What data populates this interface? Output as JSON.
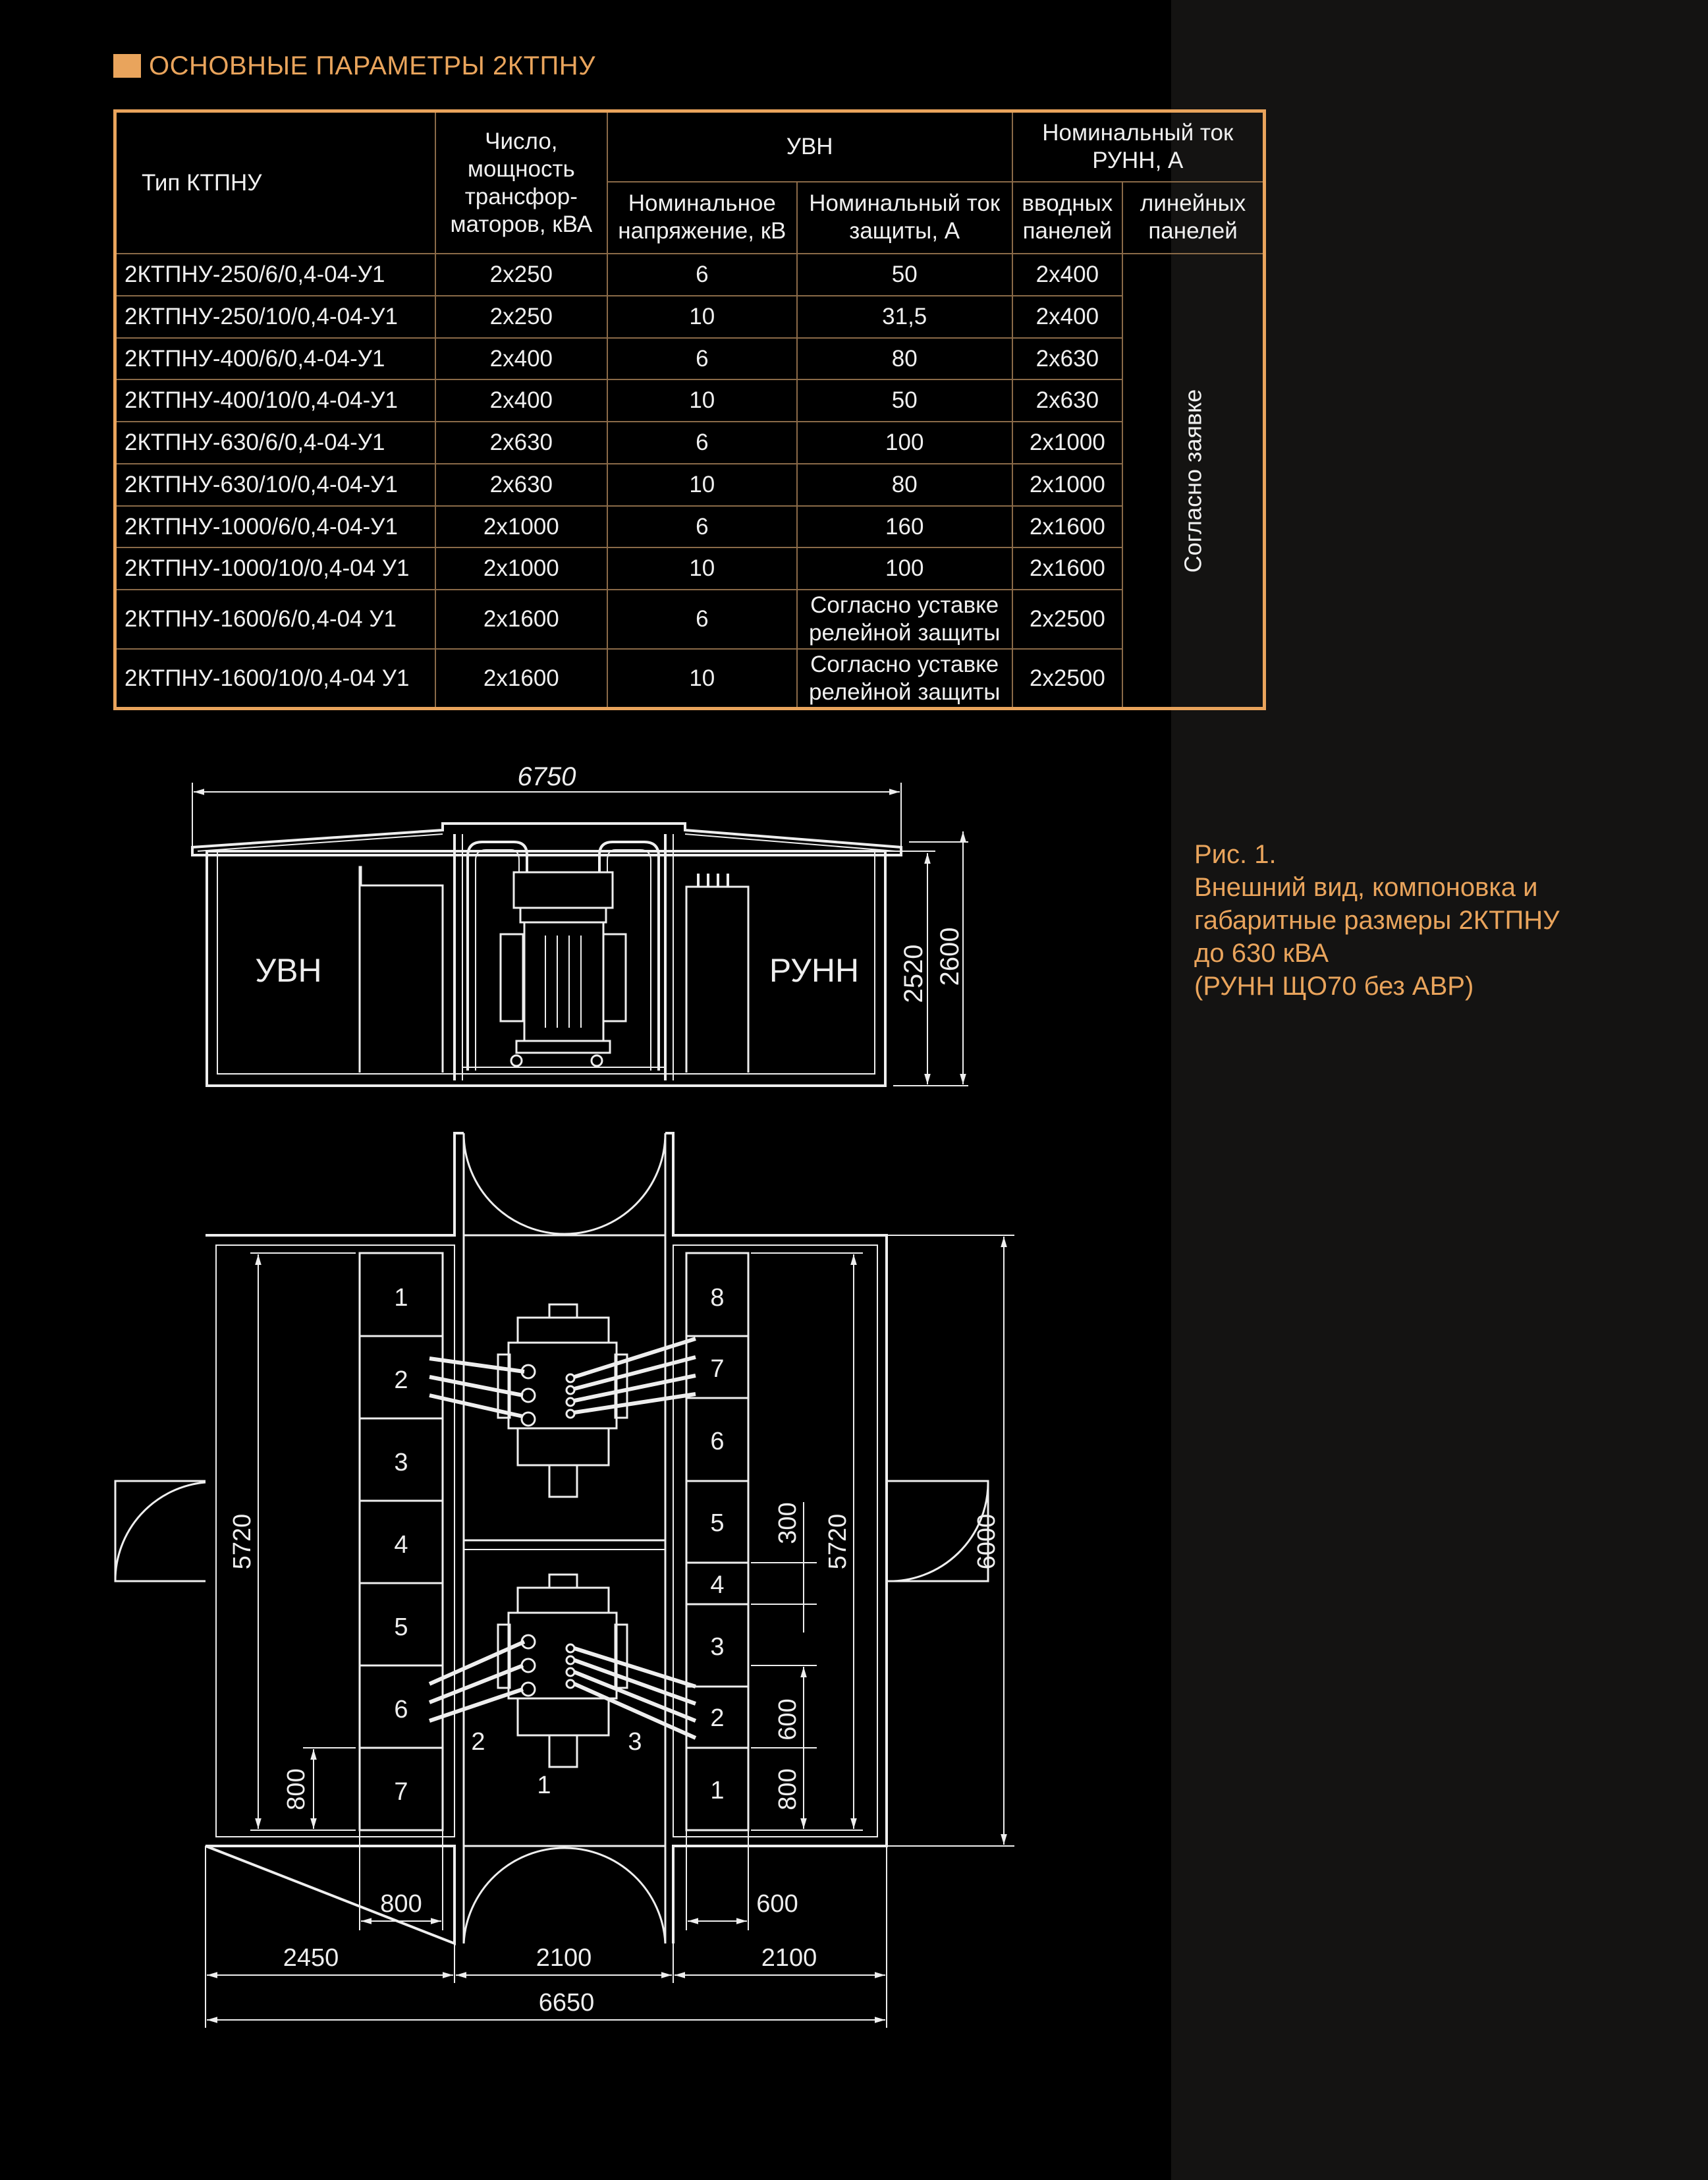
{
  "heading": "ОСНОВНЫЕ ПАРАМЕТРЫ 2КТПНУ",
  "table": {
    "headers": {
      "type": "Тип КТПНУ",
      "count_power": [
        "Число,",
        "мощность",
        "трансфор-",
        "маторов, кВА"
      ],
      "uvn": "УВН",
      "rated_voltage": [
        "Номинальное",
        "напряжение, кВ"
      ],
      "protection_current": [
        "Номинальный ток",
        "защиты, А"
      ],
      "runn_current": [
        "Номинальный ток",
        "РУНН, А"
      ],
      "input_panels": [
        "вводных",
        "панелей"
      ],
      "line_panels": [
        "линейных",
        "панелей"
      ]
    },
    "on_request": "Согласно заявке",
    "rows": [
      {
        "type": "2КТПНУ-250/6/0,4-04-У1",
        "power": "2х250",
        "voltage": "6",
        "protection": [
          "50"
        ],
        "input": "2х400"
      },
      {
        "type": "2КТПНУ-250/10/0,4-04-У1",
        "power": "2х250",
        "voltage": "10",
        "protection": [
          "31,5"
        ],
        "input": "2х400"
      },
      {
        "type": "2КТПНУ-400/6/0,4-04-У1",
        "power": "2х400",
        "voltage": "6",
        "protection": [
          "80"
        ],
        "input": "2х630"
      },
      {
        "type": "2КТПНУ-400/10/0,4-04-У1",
        "power": "2х400",
        "voltage": "10",
        "protection": [
          "50"
        ],
        "input": "2х630"
      },
      {
        "type": "2КТПНУ-630/6/0,4-04-У1",
        "power": "2х630",
        "voltage": "6",
        "protection": [
          "100"
        ],
        "input": "2х1000"
      },
      {
        "type": "2КТПНУ-630/10/0,4-04-У1",
        "power": "2х630",
        "voltage": "10",
        "protection": [
          "80"
        ],
        "input": "2х1000"
      },
      {
        "type": "2КТПНУ-1000/6/0,4-04-У1",
        "power": "2х1000",
        "voltage": "6",
        "protection": [
          "160"
        ],
        "input": "2х1600"
      },
      {
        "type": "2КТПНУ-1000/10/0,4-04 У1",
        "power": "2х1000",
        "voltage": "10",
        "protection": [
          "100"
        ],
        "input": "2х1600"
      },
      {
        "type": "2КТПНУ-1600/6/0,4-04 У1",
        "power": "2х1600",
        "voltage": "6",
        "protection": [
          "Согласно уставке",
          "релейной защиты"
        ],
        "input": "2х2500"
      },
      {
        "type": "2КТПНУ-1600/10/0,4-04 У1",
        "power": "2х1600",
        "voltage": "10",
        "protection": [
          "Согласно уставке",
          "релейной защиты"
        ],
        "input": "2х2500"
      }
    ]
  },
  "drawing": {
    "front": {
      "width_dim": "6750",
      "height_dim_1": "2520",
      "height_dim_2": "2600",
      "label_uvn": "УВН",
      "label_runn": "РУНН"
    },
    "plan": {
      "left_panels": [
        "1",
        "2",
        "3",
        "4",
        "5",
        "6",
        "7"
      ],
      "right_panels": [
        "8",
        "7",
        "6",
        "5",
        "4",
        "3",
        "2",
        "1"
      ],
      "transformer_labels": [
        "2",
        "1",
        "3"
      ],
      "dim_left_height": "5720",
      "dim_right_height": "5720",
      "dim_total_height": "6000",
      "dim_left_800_v": "800",
      "dim_right_300": "300",
      "dim_right_600": "600",
      "dim_right_800": "800",
      "dim_left_panel_width": "800",
      "dim_right_panel_width": "600",
      "dim_left_width": "2450",
      "dim_mid_width": "2100",
      "dim_right_width": "2100",
      "dim_total_width": "6650"
    }
  },
  "caption": {
    "lines": [
      "Рис. 1.",
      "Внешний вид, компоновка и",
      "габаритные размеры  2КТПНУ",
      "до 630 кВА",
      "(РУНН ЩО70 без АВР)"
    ]
  }
}
